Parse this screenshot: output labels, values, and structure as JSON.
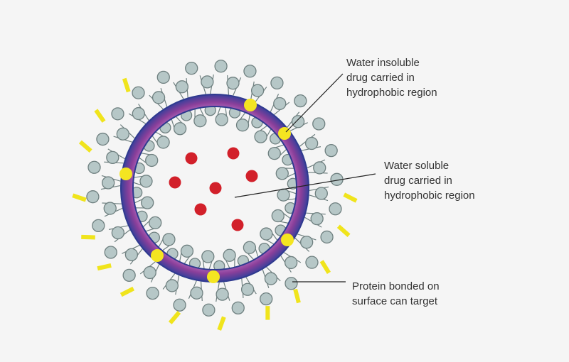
{
  "labels": {
    "insoluble": [
      "Water insoluble",
      "drug carried in",
      "hydrophobic region"
    ],
    "soluble": [
      "Water soluble",
      "drug carried in",
      "hydrophobic region"
    ],
    "protein": [
      "Protein bonded on",
      "surface can target"
    ]
  },
  "colors": {
    "background": "#f5f5f5",
    "head_fill": "#b6c7c7",
    "head_stroke": "#6f8080",
    "membrane_outer": "#3a3f9b",
    "membrane_mid": "#8a3f9a",
    "membrane_inner": "#c277c8",
    "insoluble_drug": "#f4e521",
    "soluble_drug": "#d2202a",
    "protein": "#f0e41c",
    "leader_line": "#222222"
  }
}
